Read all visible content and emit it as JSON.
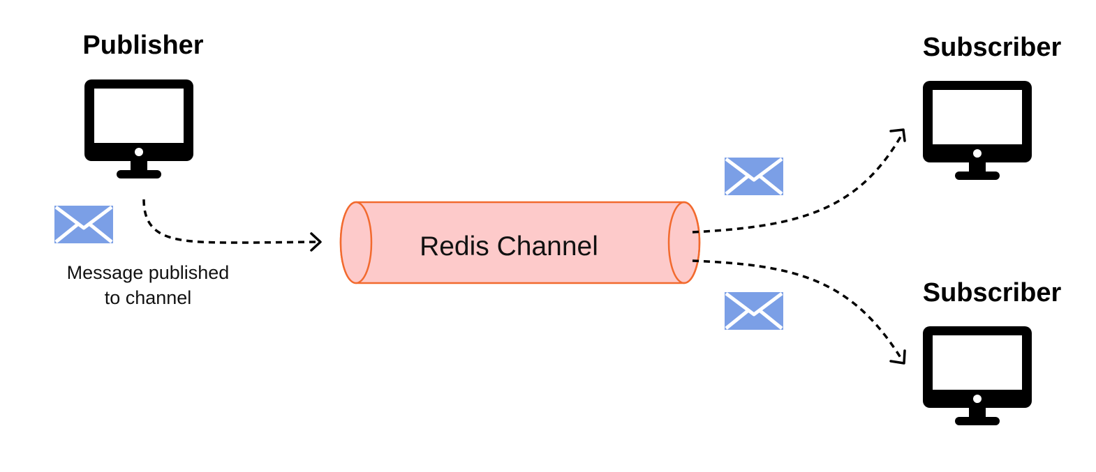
{
  "publisher": {
    "title": "Publisher",
    "caption_line1": "Message published",
    "caption_line2": "to channel"
  },
  "channel": {
    "label": "Redis Channel"
  },
  "subscribers": [
    {
      "title": "Subscriber"
    },
    {
      "title": "Subscriber"
    }
  ],
  "colors": {
    "channel_fill": "#fdcaca",
    "channel_stroke": "#f26a2e",
    "envelope": "#7b9fe6",
    "monitor": "#000000",
    "arrow": "#000000"
  },
  "icons": {
    "computer": "monitor-icon",
    "message": "envelope-icon",
    "flow": "dashed-arrow"
  }
}
